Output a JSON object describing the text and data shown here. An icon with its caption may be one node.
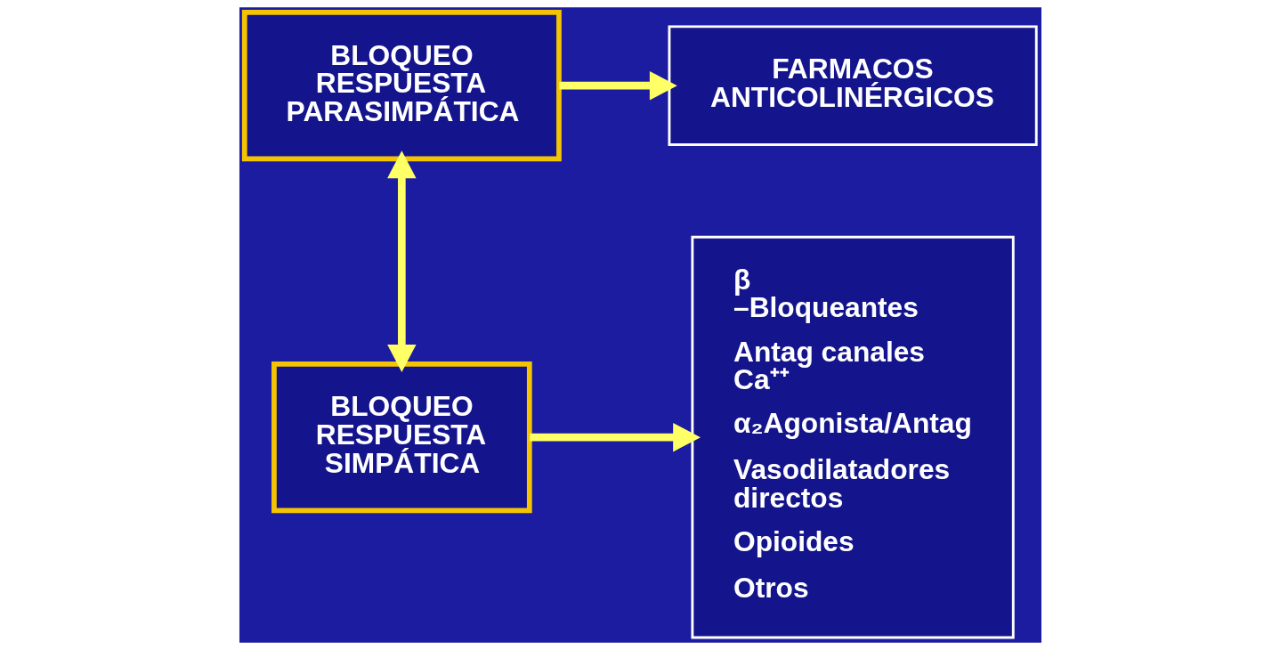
{
  "diagram": {
    "nodes": [
      {
        "text": [
          "BLOQUEO RESPUESTA PARASIMPÁTICA"
        ]
      },
      {
        "text": [
          "BLOQUEO RESPUESTA SIMPÁTICA"
        ]
      },
      {
        "text": [
          "FARMACOS ANTICOLINÉRGICOS"
        ]
      },
      {
        "text": [
          "β –Bloqueantes",
          "Antag canales Ca⁺⁺",
          "α₂Agonista/Antag",
          "Vasodilatadores directos",
          "Opioides",
          "Otros"
        ]
      }
    ],
    "edges": [
      {
        "from": 0,
        "to": 1,
        "arrow": "both"
      },
      {
        "from": 0,
        "to": 2,
        "arrow": "to"
      },
      {
        "from": 1,
        "to": 3,
        "arrow": "to"
      }
    ]
  }
}
